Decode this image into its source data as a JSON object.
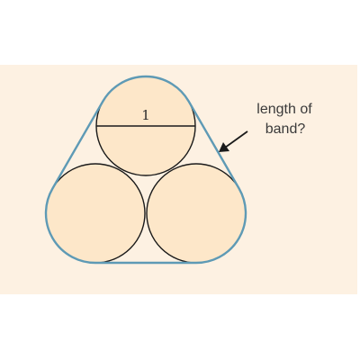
{
  "diagram": {
    "diameter_label": "1",
    "note_line1": "length of",
    "note_line2": "band?",
    "colors": {
      "background": "#fdf1e2",
      "circle_fill": "#fde7c9",
      "circle_stroke": "#1a1a1a",
      "band_stroke": "#5e9ab5",
      "arrow": "#1a1a1a"
    }
  }
}
